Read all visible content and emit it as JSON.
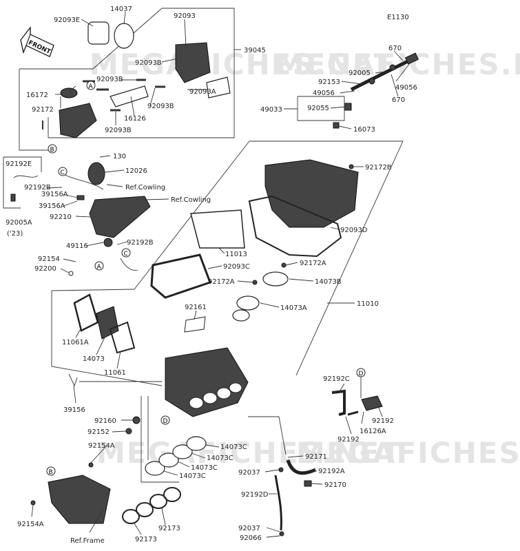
{
  "diagram_code": "E1130",
  "watermark": "MEGAFICHES.NET",
  "front_badge": "FRONT",
  "labels": {
    "l92093E": "92093E",
    "l14037": "14037",
    "l92093": "92093",
    "l39045": "39045",
    "l92093B_1": "92093B",
    "l92093B_2": "92093B",
    "l92093B_3": "92093B",
    "l92093B_4": "92093B",
    "l92093A": "92093A",
    "l16172": "16172",
    "l16126": "16126",
    "l92172": "92172",
    "l130": "130",
    "l12026": "12026",
    "l92192E": "92192E",
    "l92192B_1": "92192B",
    "l92192B_2": "92192B",
    "lRefCowling1": "Ref.Cowling",
    "lRefCowling2": "Ref.Cowling",
    "l39156A_1": "39156A",
    "l39156A_2": "39156A",
    "l92210": "92210",
    "l92005A": "92005A",
    "l23": "('23)",
    "l49116": "49116",
    "l92154": "92154",
    "l92200": "92200",
    "l670_1": "670",
    "l670_2": "670",
    "l92005": "92005",
    "l92153": "92153",
    "l49056_1": "49056",
    "l49056_2": "49056",
    "l49033": "49033",
    "l92055": "92055",
    "l16073": "16073",
    "l92172B": "92172B",
    "l92093D": "92093D",
    "l11013": "11013",
    "l92093C": "92093C",
    "l92172A_1": "92172A",
    "l92172A_2": "92172A",
    "l14073B": "14073B",
    "l14073A": "14073A",
    "l11010": "11010",
    "l92161": "92161",
    "l11061A": "11061A",
    "l14073": "14073",
    "l11061": "11061",
    "l39156": "39156",
    "l92160": "92160",
    "l92152": "92152",
    "l92154A_1": "92154A",
    "l92154A_2": "92154A",
    "l14073C_1": "14073C",
    "l14073C_2": "14073C",
    "l14073C_3": "14073C",
    "l14073C_4": "14073C",
    "l92192C": "92192C",
    "l92192_1": "92192",
    "l92192_2": "92192",
    "l16126A": "16126A",
    "l92171": "92171",
    "l92037_1": "92037",
    "l92037_2": "92037",
    "l92192A": "92192A",
    "l92170": "92170",
    "l92192D": "92192D",
    "l92066": "92066",
    "l92173_1": "92173",
    "l92173_2": "92173",
    "lRefFrame": "Ref.Frame"
  },
  "callouts": {
    "a1": "A",
    "a2": "A",
    "b1": "B",
    "b2": "B",
    "c1": "C",
    "c2": "C",
    "d1": "D",
    "d2": "D"
  }
}
